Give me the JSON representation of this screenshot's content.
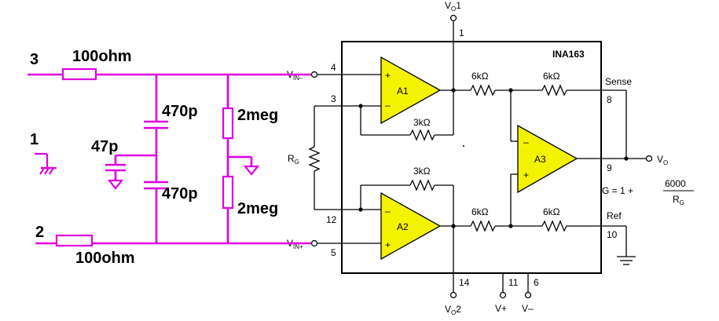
{
  "chip": {
    "name": "INA163",
    "amps": [
      "A1",
      "A2",
      "A3"
    ],
    "resistors": {
      "r6k": "6kΩ",
      "r3k": "3kΩ"
    },
    "rg_label": "R",
    "rg_sub": "G",
    "pins": {
      "p1": "1",
      "p4": "4",
      "p3": "3",
      "p12": "12",
      "p5": "5",
      "p8": "8",
      "p9": "9",
      "p10": "10",
      "p14": "14",
      "p11": "11",
      "p6": "6"
    },
    "signals": {
      "vo1_main": "V",
      "vo1_sub": "O",
      "vo1_tail": "1",
      "vin_minus_main": "V",
      "vin_minus_sub": "IN–",
      "vin_plus_main": "V",
      "vin_plus_sub": "IN+",
      "vo_main": "V",
      "vo_sub": "O",
      "vo2_main": "V",
      "vo2_sub": "O",
      "vo2_tail": "2",
      "vplus": "V+",
      "vminus": "V–",
      "sense": "Sense",
      "ref": "Ref"
    },
    "gain": {
      "lhs": "G = 1 +",
      "num": "6000",
      "den_main": "R",
      "den_sub": "G"
    }
  },
  "network": {
    "in3": "3",
    "in1": "1",
    "in2": "2",
    "r_top": "100ohm",
    "r_bot": "100ohm",
    "cap_top": "470p",
    "cap_mid": "47p",
    "cap_bot": "470p",
    "res_top": "2meg",
    "res_bot": "2meg"
  },
  "colors": {
    "annotation": "#e000e0",
    "amplifier": "#f3f300",
    "wire": "#000000"
  }
}
